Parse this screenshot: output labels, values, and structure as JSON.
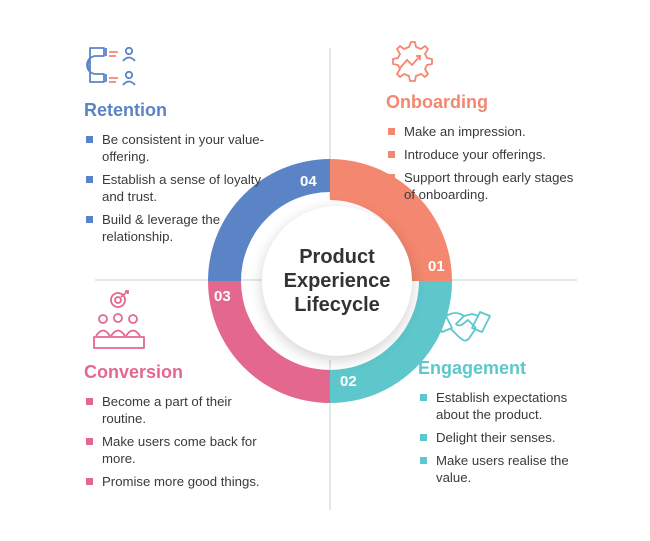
{
  "center": {
    "lines": [
      "Product",
      "Experience",
      "Lifecycle"
    ]
  },
  "colors": {
    "onboarding": "#f4876f",
    "engagement": "#5ec7cc",
    "conversion": "#e4688d",
    "retention": "#5b84c6",
    "text": "#3a3a3a"
  },
  "stages": [
    {
      "number": "01",
      "title": "Onboarding",
      "icon": "gear-growth-icon",
      "items": [
        "Make an impression.",
        "Introduce your offerings.",
        "Support through early stages of onboarding."
      ]
    },
    {
      "number": "02",
      "title": "Engagement",
      "icon": "handshake-icon",
      "items": [
        "Establish expectations about the product.",
        "Delight their senses.",
        "Make users realise the value."
      ]
    },
    {
      "number": "03",
      "title": "Conversion",
      "icon": "team-target-icon",
      "items": [
        "Become a part of their routine.",
        "Make users come back for more.",
        "Promise more good things."
      ]
    },
    {
      "number": "04",
      "title": "Retention",
      "icon": "magnet-users-icon",
      "items": [
        "Be consistent in your value-offering.",
        "Establish a sense of loyalty and trust.",
        "Build & leverage the relationship."
      ]
    }
  ]
}
